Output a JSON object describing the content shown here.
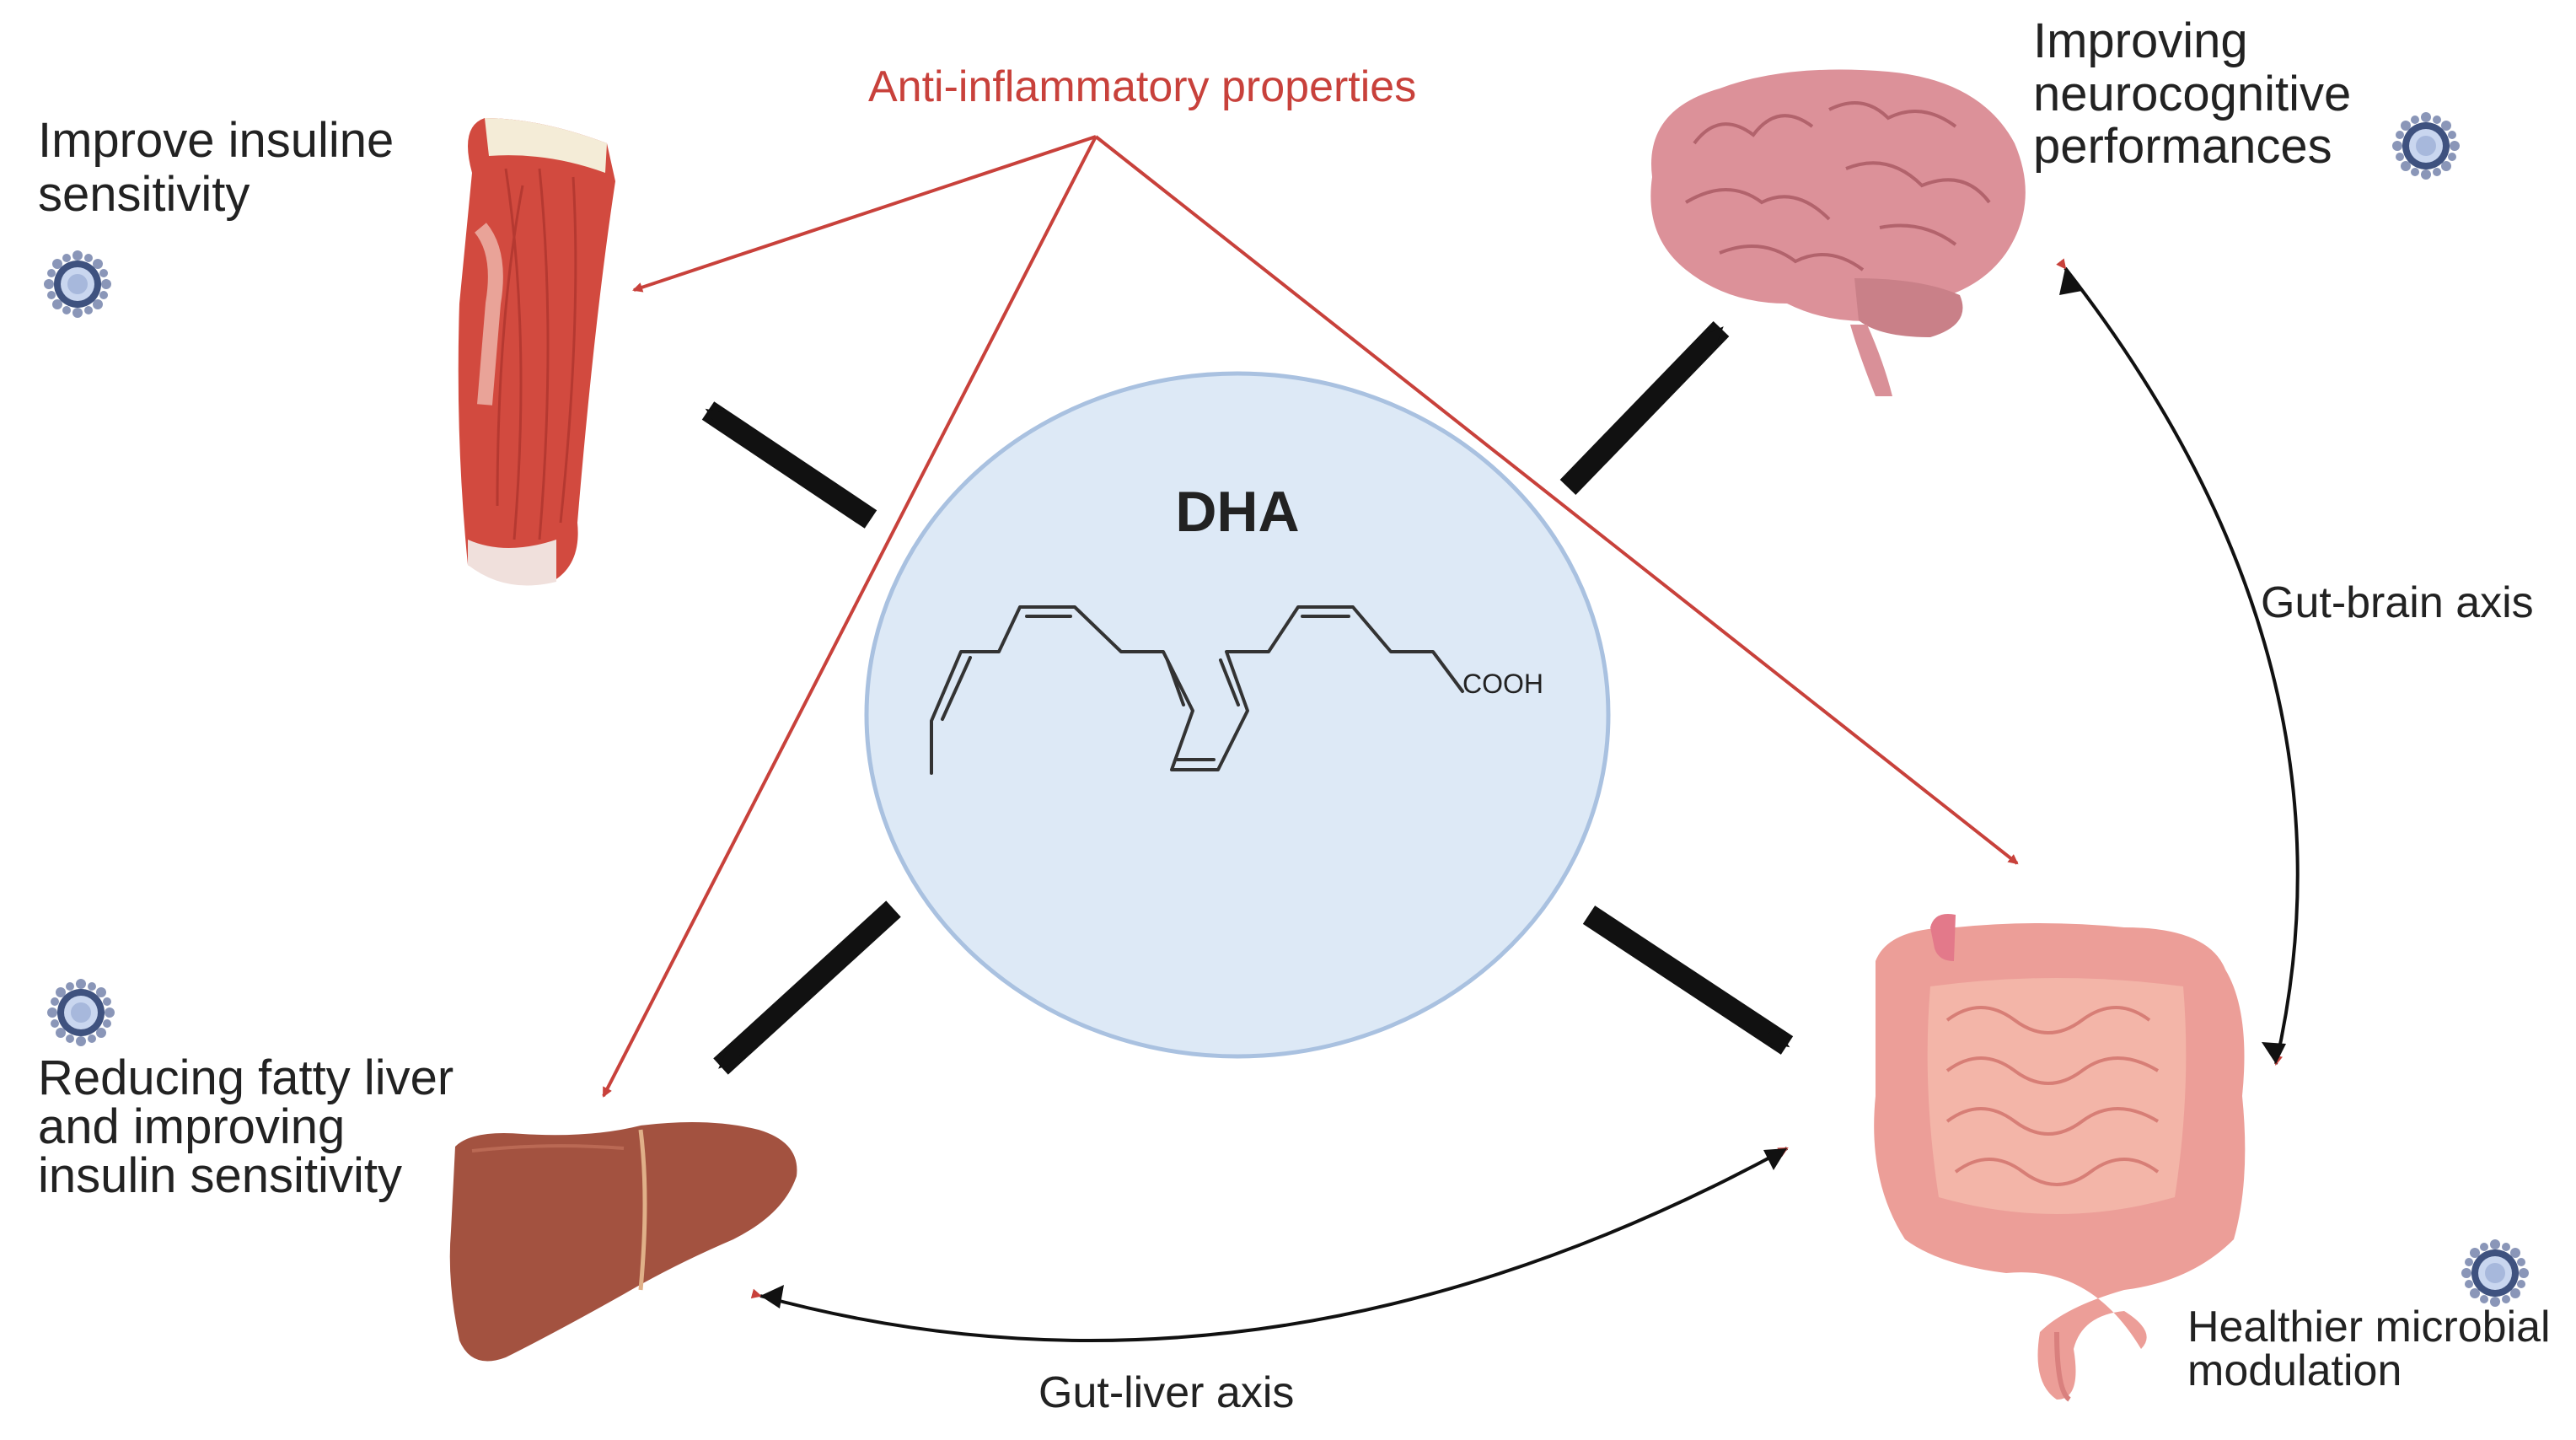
{
  "center": {
    "title": "DHA",
    "group": "COOH"
  },
  "labels": {
    "anti_inflammatory": "Anti-inflammatory properties",
    "muscle_line1": "Improve insuline",
    "muscle_line2": "sensitivity",
    "brain_line1": "Improving",
    "brain_line2": "neurocognitive",
    "brain_line3": "performances",
    "liver_line1": "Reducing fatty liver",
    "liver_line2": "and improving",
    "liver_line3": "insulin sensitivity",
    "gut_line1": "Healthier microbial",
    "gut_line2": "modulation",
    "gut_brain_axis": "Gut-brain axis",
    "gut_liver_axis": "Gut-liver axis"
  },
  "icons": [
    "muscle-icon",
    "brain-icon",
    "liver-icon",
    "intestine-icon",
    "microbe-icon"
  ],
  "colors": {
    "center_fill": "#dde9f6",
    "center_stroke": "#a9c1e0",
    "red_arrow": "#c8413b",
    "black_arrow": "#111111",
    "muscle": "#c9433b",
    "brain": "#d98f97",
    "liver": "#a0503e",
    "intestine": "#e89a96",
    "microbe": "#4a5e8c"
  }
}
